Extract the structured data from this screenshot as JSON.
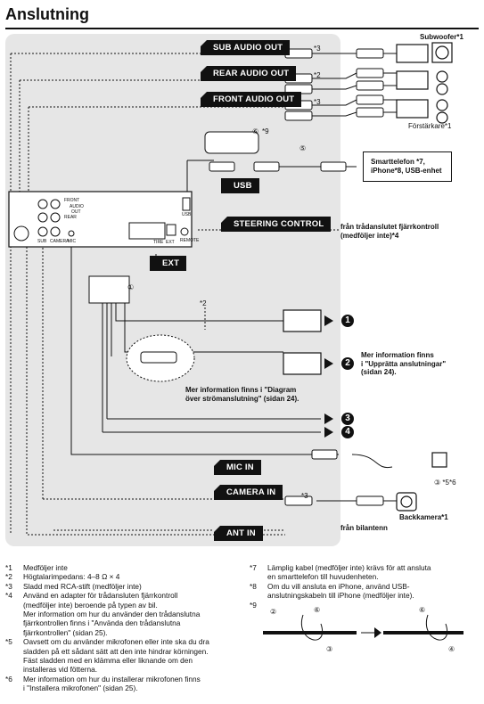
{
  "title": "Anslutning",
  "labels": {
    "sub_audio_out": "SUB AUDIO OUT",
    "rear_audio_out": "REAR AUDIO OUT",
    "front_audio_out": "FRONT AUDIO OUT",
    "usb": "USB",
    "steering_control": "STEERING CONTROL",
    "ext": "EXT",
    "mic_in": "MIC IN",
    "camera_in": "CAMERA IN",
    "ant_in": "ANT IN"
  },
  "unit_labels": {
    "front": "FRONT",
    "audio": "AUDIO",
    "out": "OUT",
    "rear": "REAR",
    "sub": "SUB",
    "camera": "CAMERA",
    "mic": "MIC",
    "usb": "USB",
    "tire": "TIRE",
    "ext": "EXT",
    "remote": "REMOTE"
  },
  "marks": {
    "sub": "*3",
    "rear": "*2",
    "front": "*3",
    "usb_adapter_a": "⑥",
    "usb_adapter_b": "*9",
    "usb_cable": "⑤",
    "harness": "①",
    "harness_mark": "*2",
    "camera": "*3",
    "mic": "③ *5*6"
  },
  "right_texts": {
    "subwoofer": "Subwoofer*1",
    "forstarkare": "Förstärkare*1",
    "smartphone": "Smarttelefon *7,\niPhone*8, USB-enhet",
    "steering_remote": "från trådanslutet fjärrkontroll\n(medföljer inte)*4",
    "info2": "Mer information finns\ni \"Upprätta anslutningar\"\n(sidan 24).",
    "info_diagram": "Mer information finns i \"Diagram\növer strömanslutning\" (sidan 24).",
    "backkamera": "Backkamera*1",
    "bilantenn": "från bilantenn"
  },
  "numbers": [
    "1",
    "2",
    "3",
    "4"
  ],
  "notes_left": [
    {
      "k": "*1",
      "v": "Medföljer inte"
    },
    {
      "k": "*2",
      "v": "Högtalarimpedans: 4–8 Ω × 4"
    },
    {
      "k": "*3",
      "v": "Sladd med RCA-stift (medföljer inte)"
    },
    {
      "k": "*4",
      "v": "Använd en adapter för trådansluten fjärrkontroll\n(medföljer inte) beroende på typen av bil.\nMer information om hur du använder den trådanslutna\nfjärrkontrollen finns i \"Använda den trådanslutna\nfjärrkontrollen\" (sidan 25)."
    },
    {
      "k": "*5",
      "v": "Oavsett om du använder mikrofonen eller inte ska du dra\nsladden på ett sådant sätt att den inte hindrar körningen.\nFäst sladden med en klämma eller liknande om den\ninstalleras vid fötterna."
    },
    {
      "k": "*6",
      "v": "Mer information om hur du installerar mikrofonen finns\ni \"Installera mikrofonen\" (sidan 25)."
    }
  ],
  "notes_right": [
    {
      "k": "*7",
      "v": "Lämplig kabel (medföljer inte) krävs för att ansluta\nen smarttelefon till huvudenheten."
    },
    {
      "k": "*8",
      "v": "Om du vill ansluta en iPhone, använd USB-\nanslutningskabeln till iPhone (medföljer inte)."
    },
    {
      "k": "*9",
      "v": ""
    }
  ],
  "fig9_marks": [
    "②",
    "⑥",
    "③",
    "⑥",
    "④"
  ]
}
